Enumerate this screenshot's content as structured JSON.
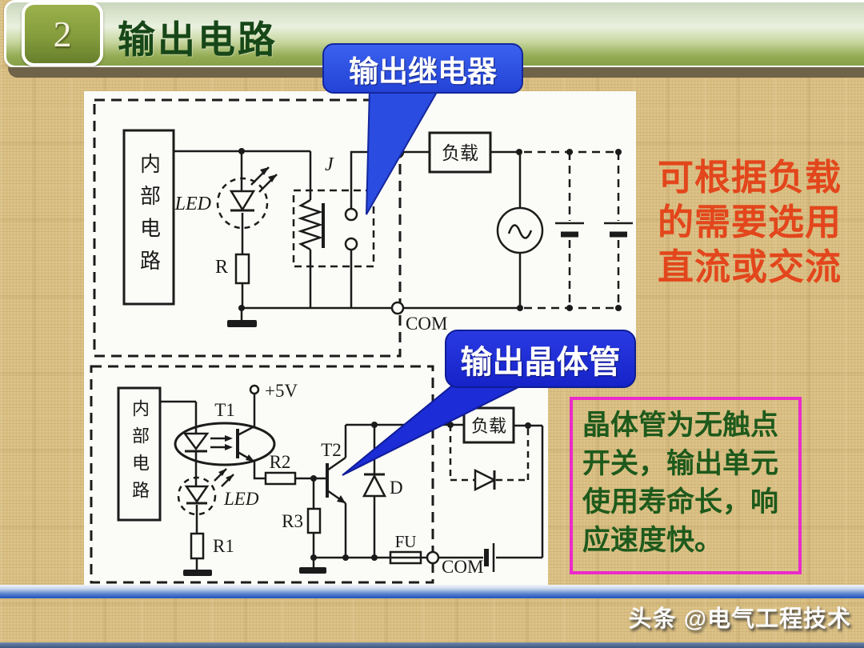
{
  "header": {
    "badge_number": "2",
    "title": "输出电路"
  },
  "callouts": {
    "relay_label": "输出继电器",
    "transistor_label": "输出晶体管"
  },
  "side_notes": {
    "load_choice_note": "可根据负载\n的需要选用\n直流或交流",
    "transistor_note": "晶体管为无触点开关，输出单元使用寿命长，响应速度快。"
  },
  "relay_circuit": {
    "internal_unit_label": "内部电路",
    "led_label": "LED",
    "resistor_label": "R",
    "relay_label": "J",
    "load_label": "负载",
    "com_label": "COM"
  },
  "transistor_circuit": {
    "internal_unit_label": "内部电路",
    "optocoupler_label": "T1",
    "supply_label": "+5V",
    "led_label": "LED",
    "r1_label": "R1",
    "r2_label": "R2",
    "r3_label": "R3",
    "transistor_label": "T2",
    "diode_label": "D",
    "fuse_label": "FU",
    "load_label": "负载",
    "com_label": "COM"
  },
  "footer": {
    "watermark": "头条 @电气工程技术"
  },
  "colors": {
    "callout_blue_1": "#2a4ce0",
    "callout_blue_2": "#1c2cd6",
    "title_green": "#174718",
    "note_red": "#e3461c",
    "note_green": "#1e5a1c",
    "pink_border": "#ea2bca",
    "header_olive": "#87a148",
    "bottom_bar_blue": "#2d5dc2"
  }
}
